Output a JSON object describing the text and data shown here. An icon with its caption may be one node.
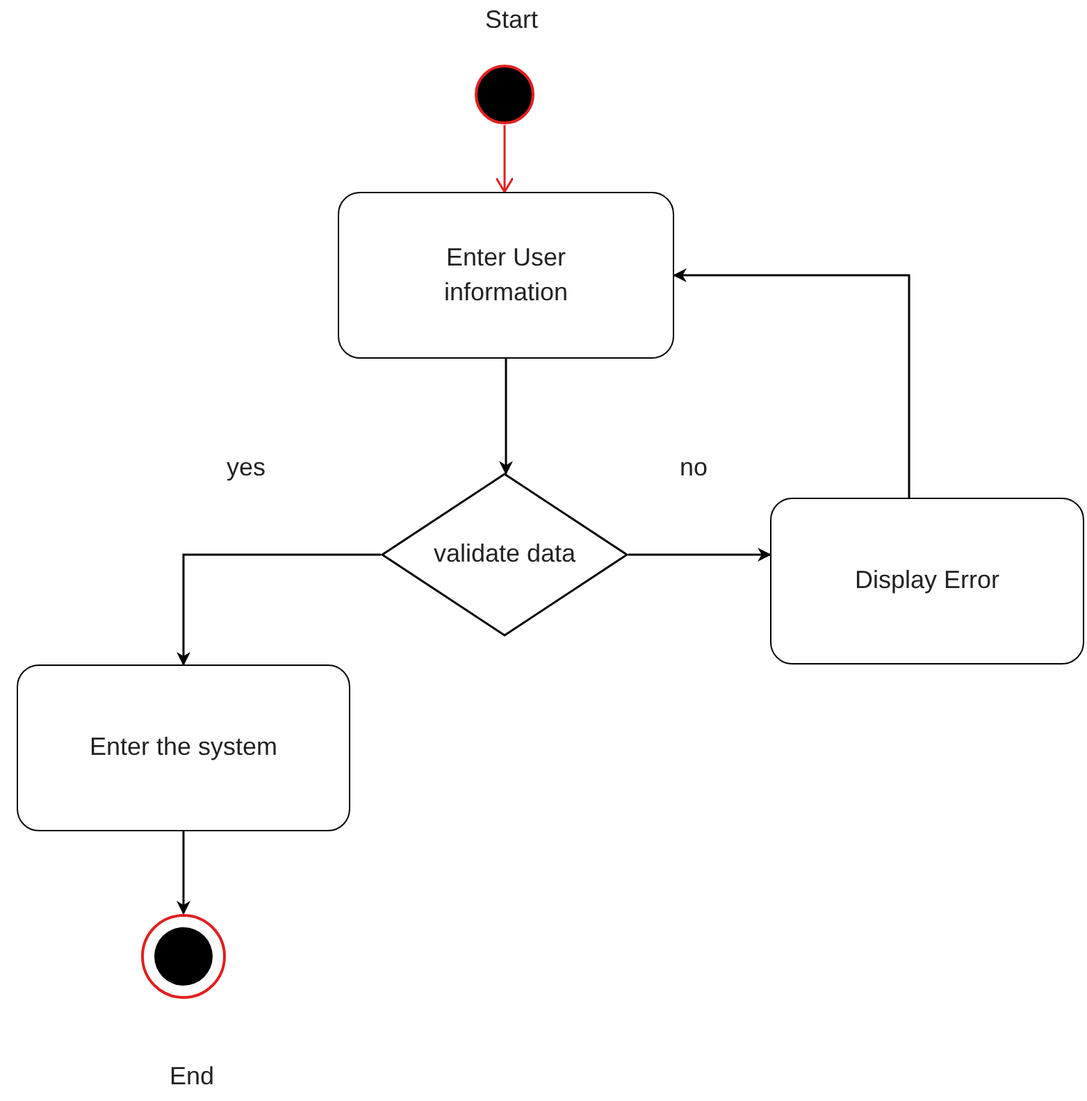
{
  "diagram": {
    "nodes": [
      {
        "text": [],
        "shape": "circle",
        "beside": [
          "Start"
        ]
      },
      {
        "text": [
          "Enter User information"
        ]
      },
      {
        "text": [
          "validate data"
        ]
      },
      {
        "text": [
          "Display Error"
        ]
      },
      {
        "text": [
          "Enter the system"
        ]
      },
      {
        "text": [],
        "shape": "circle",
        "beside": [
          "End"
        ]
      }
    ],
    "edges": [
      {
        "from": 0,
        "to": 1,
        "arrow": "to",
        "color": "#e02020"
      },
      {
        "from": 1,
        "to": 2,
        "arrow": "to"
      },
      {
        "from": 2,
        "to": 3,
        "arrow": "to",
        "label": "no"
      },
      {
        "from": 2,
        "to": 4,
        "arrow": "to",
        "label": "yes"
      },
      {
        "from": 3,
        "to": 1,
        "arrow": "to"
      },
      {
        "from": 4,
        "to": 5,
        "arrow": "to"
      }
    ]
  }
}
